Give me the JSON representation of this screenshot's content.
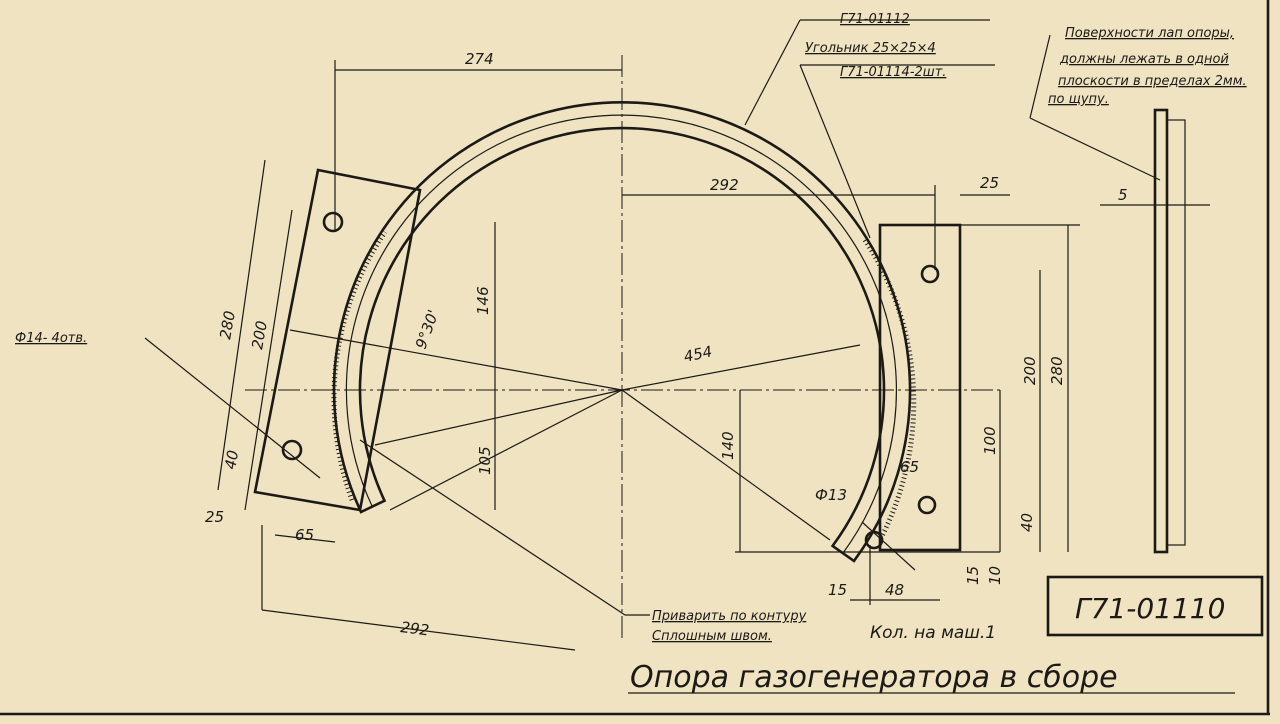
{
  "title": "Опора газогенератора в сборе",
  "drawing_number": "Г71-01110",
  "quantity_note": "Кол. на маш.1",
  "callouts": {
    "part_ref_1": "Г71-01112",
    "angle_spec": "Угольник 25×25×4",
    "part_ref_2": "Г71-01114-2шт.",
    "surface_note": [
      "Поверхности лап опоры,",
      "должны лежать в одной",
      "плоскости в пределах 2мм.",
      "по щупу."
    ],
    "weld_note": [
      "Приварить по контуру",
      "Сплошным швом."
    ],
    "holes_note": "Ф14- 4отв.",
    "hole_dia": "Ф13"
  },
  "dimensions": {
    "top_width": "274",
    "right_offset": "292",
    "bottom_width": "292",
    "right_plate_width": "25",
    "side_thickness": "5",
    "left_280": "280",
    "left_200": "200",
    "left_40": "40",
    "left_25": "25",
    "left_65": "65",
    "angle": "9°30'",
    "height_146": "146",
    "radius": "454",
    "height_105": "105",
    "height_140": "140",
    "right_100": "100",
    "right_200": "200",
    "right_280": "280",
    "right_65": "65",
    "right_40": "40",
    "bottom_15": "15",
    "bottom_48": "48",
    "right_15": "15",
    "right_10": "10"
  }
}
